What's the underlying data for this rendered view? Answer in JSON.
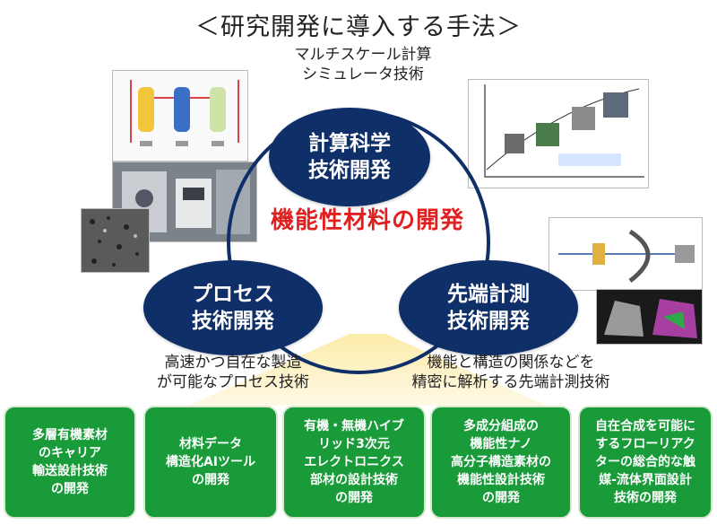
{
  "title": "＜研究開発に導入する手法＞",
  "simulation_caption": "マルチスケール計算\nシミュレータ技術",
  "nodes": {
    "computation": "計算科学\n技術開発",
    "process": "プロセス\n技術開発",
    "measurement": "先端計測\n技術開発"
  },
  "center_label": "機能性材料の開発",
  "process_caption": "高速かつ自在な製造\nが可能なプロセス技術",
  "measurement_caption": "機能と構造の関係などを\n精密に解析する先端計測技術",
  "boxes": [
    "多層有機素材\nのキャリア\n輸送設計技術\nの開発",
    "材料データ\n構造化AIツール\nの開発",
    "有機・無機ハイブ\nリッド3次元\nエレクトロニクス\n部材の設計技術\nの開発",
    "多成分組成の\n機能性ナノ\n高分子構造素材の\n機能性設計技術\nの開発",
    "自在合成を可能に\nするフローリアク\nターの総合的な触\n媒-流体界面設計\n技術の開発"
  ],
  "colors": {
    "node": "#0f2f69",
    "center_label": "#e02020",
    "box": "#1a9b3a"
  }
}
